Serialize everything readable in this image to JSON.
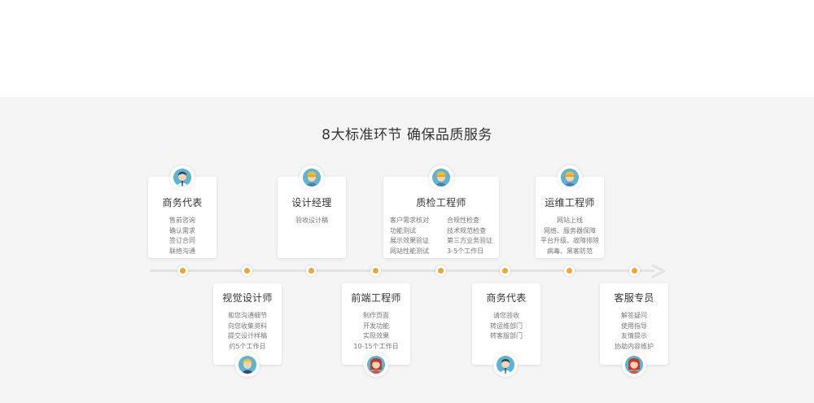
{
  "section": {
    "title": "8大标准环节 确保品质服务"
  },
  "roles": [
    {
      "name": "商务代表",
      "items": [
        "售前咨询",
        "确认需求",
        "签订合同",
        "联络沟通"
      ],
      "avatar": "businessman-icon",
      "color": "#5ab4d6"
    },
    {
      "name": "视觉设计师",
      "items": [
        "和您沟通细节",
        "向您收集资料",
        "提交设计样稿",
        "约5个工作日"
      ],
      "avatar": "designer-icon",
      "color": "#5ab4d6"
    },
    {
      "name": "设计经理",
      "items": [
        "验收设计稿"
      ],
      "avatar": "engineer-icon",
      "color": "#5ab4d6"
    },
    {
      "name": "前端工程师",
      "items": [
        "制作页面",
        "开发功能",
        "实现效果",
        "10-15个工作日"
      ],
      "avatar": "woman-icon",
      "color": "#5ab4d6"
    },
    {
      "name": "质检工程师",
      "items_left": [
        "客户需求核对",
        "功能测试",
        "展示效果验证",
        "网站性能测试"
      ],
      "items_right": [
        "合规性检查",
        "技术规范检查",
        "第三方业务验证",
        "3-5个工作日"
      ],
      "avatar": "engineer-icon",
      "color": "#5ab4d6"
    },
    {
      "name": "商务代表",
      "items": [
        "请您验收",
        "转运维部门",
        "转客服部门"
      ],
      "avatar": "businessman-icon",
      "color": "#5ab4d6"
    },
    {
      "name": "运维工程师",
      "items": [
        "网站上线",
        "网络、服务器保障",
        "平台升级、故障排除",
        "病毒、黑客防范"
      ],
      "avatar": "engineer-icon",
      "color": "#5ab4d6"
    },
    {
      "name": "客服专员",
      "items": [
        "解答疑问",
        "使用指导",
        "友情提示",
        "协助内容维护"
      ],
      "avatar": "woman-icon",
      "color": "#5ab4d6"
    }
  ],
  "colors": {
    "accent_dot": "#f5a623",
    "avatar_bg": "#5ab4d6",
    "section_bg": "#f5f5f5"
  }
}
